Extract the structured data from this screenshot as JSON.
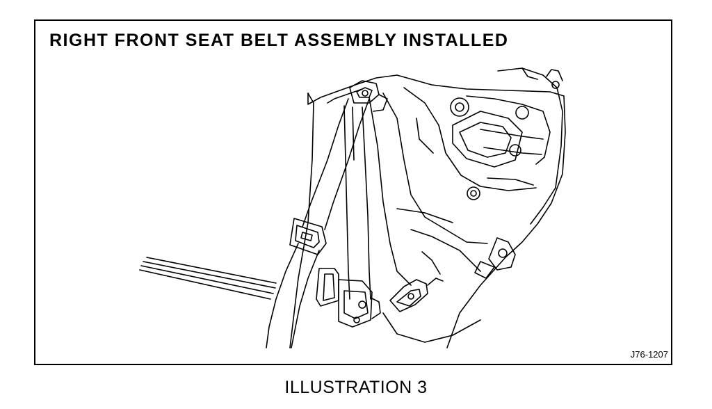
{
  "title": "RIGHT FRONT SEAT BELT ASSEMBLY INSTALLED",
  "figure_code": "J76-1207",
  "caption": "ILLUSTRATION 3",
  "colors": {
    "ink": "#000000",
    "paper": "#ffffff"
  }
}
